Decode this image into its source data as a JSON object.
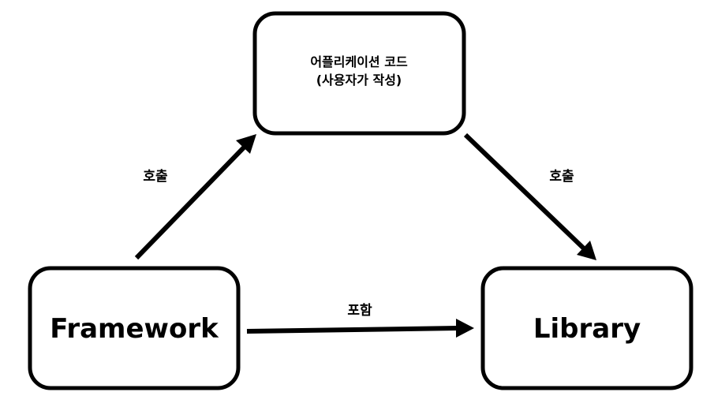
{
  "nodes": {
    "application": {
      "line1": "어플리케이션 코드",
      "line2": "(사용자가 작성)"
    },
    "framework": {
      "label": "Framework"
    },
    "library": {
      "label": "Library"
    }
  },
  "edges": {
    "framework_to_application": {
      "label": "호출"
    },
    "application_to_library": {
      "label": "호출"
    },
    "framework_to_library": {
      "label": "포함"
    }
  }
}
